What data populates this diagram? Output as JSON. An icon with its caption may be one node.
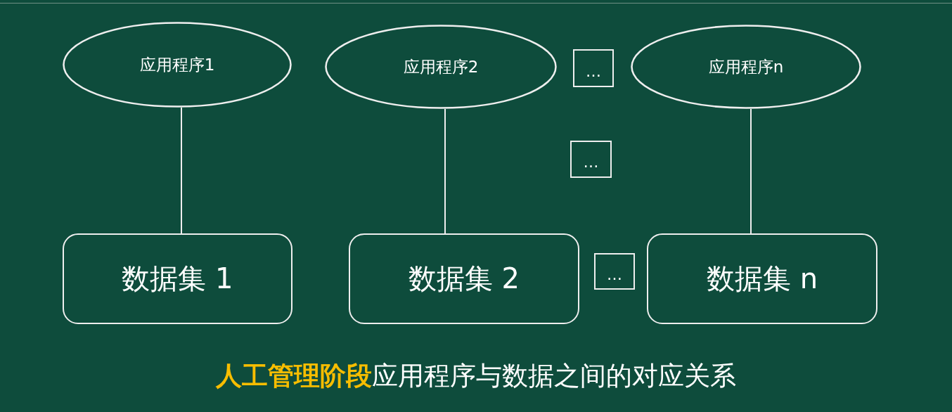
{
  "diagram": {
    "caption": "**人工管理阶段**应用程序与数据之间的对应关系",
    "nodes": [
      {
        "text": [
          "应用程序1"
        ]
      },
      {
        "text": [
          "应用程序2"
        ]
      },
      {
        "text": [
          "…"
        ]
      },
      {
        "text": [
          "应用程序n"
        ]
      },
      {
        "text": [
          "…"
        ]
      },
      {
        "text": [
          "数据集 1"
        ]
      },
      {
        "text": [
          "数据集 2"
        ]
      },
      {
        "text": [
          "…"
        ]
      },
      {
        "text": [
          "数据集 n"
        ]
      }
    ],
    "edges": [
      {
        "from": 0,
        "to": 5,
        "arrow": "none"
      },
      {
        "from": 1,
        "to": 6,
        "arrow": "none"
      },
      {
        "from": 3,
        "to": 8,
        "arrow": "none"
      }
    ]
  }
}
